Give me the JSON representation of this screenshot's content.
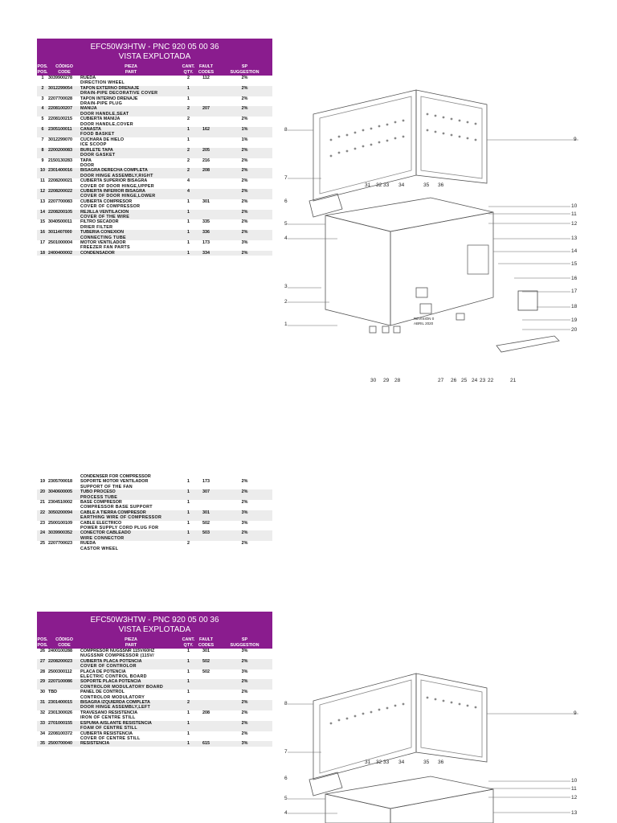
{
  "page_a": {
    "title": "EFC50W3HTW - PNC 920 05 00 36",
    "subtitle": "VISTA EXPLOTADA",
    "headers": {
      "pos_es": "POS.",
      "pos_en": "POS.",
      "code_es": "CÓDIGO",
      "code_en": "CODE",
      "part_es": "PIEZA",
      "part_en": "PART",
      "qty_es": "CANT.",
      "qty_en": "QTY.",
      "fault_es": "FAULT",
      "fault_en": "CODES",
      "sp_es": "SP",
      "sp_en": "SUGGESTION"
    },
    "rows": [
      {
        "pos": "1",
        "code": "3039900278",
        "es": "RUEDA",
        "en": "DIRECTION WHEEL",
        "qty": "2",
        "fault": "112",
        "sp": "2%"
      },
      {
        "pos": "2",
        "code": "3012299054",
        "es": "TAPON EXTERNO DRENAJE",
        "en": "DRAIN-PIPE DECORATIVE COVER",
        "qty": "1",
        "fault": "",
        "sp": "2%"
      },
      {
        "pos": "3",
        "code": "2207700028",
        "es": "TAPON INTERNO DRENAJE",
        "en": "DRAIN-PIPE PLUG",
        "qty": "1",
        "fault": "",
        "sp": "2%"
      },
      {
        "pos": "4",
        "code": "2208100207",
        "es": "MANIJA",
        "en": "DOOR HANDLE,SEAT",
        "qty": "2",
        "fault": "207",
        "sp": "2%"
      },
      {
        "pos": "5",
        "code": "2208100215",
        "es": "CUBIERTA MANIJA",
        "en": "DOOR HANDLE,COVER",
        "qty": "2",
        "fault": "",
        "sp": "2%"
      },
      {
        "pos": "6",
        "code": "2305100011",
        "es": "CANASTA",
        "en": "FOOD BASKET",
        "qty": "1",
        "fault": "162",
        "sp": "1%"
      },
      {
        "pos": "7",
        "code": "3012299070",
        "es": "CUCHARA DE HIELO",
        "en": "ICE SCOOP",
        "qty": "1",
        "fault": "",
        "sp": "1%"
      },
      {
        "pos": "8",
        "code": "2200200083",
        "es": "BURLETE TAPA",
        "en": "DOOR GASKET",
        "qty": "2",
        "fault": "205",
        "sp": "2%"
      },
      {
        "pos": "9",
        "code": "2150130283",
        "es": "TAPA",
        "en": "DOOR",
        "qty": "2",
        "fault": "216",
        "sp": "2%"
      },
      {
        "pos": "10",
        "code": "2301400016",
        "es": "BISAGRA DERECHA COMPLETA",
        "en": "DOOR HINGE ASSEMBLY,RIGHT",
        "qty": "2",
        "fault": "208",
        "sp": "2%"
      },
      {
        "pos": "11",
        "code": "2208200021",
        "es": "CUBIERTA SUPERIOR BISAGRA",
        "en": "COVER OF DOOR HINGE,UPPER",
        "qty": "4",
        "fault": "",
        "sp": "2%"
      },
      {
        "pos": "12",
        "code": "2208200022",
        "es": "CUBIERTA INFERIOR BISAGRA",
        "en": "COVER OF DOOR HINGE,LOWER",
        "qty": "4",
        "fault": "",
        "sp": "2%"
      },
      {
        "pos": "13",
        "code": "2207700083",
        "es": "CUBIERTA COMPRESOR",
        "en": "COVER OF COMPRESSOR",
        "qty": "1",
        "fault": "301",
        "sp": "2%"
      },
      {
        "pos": "14",
        "code": "2208200105",
        "es": "REJILLA VENTILACION",
        "en": "COVER OF THE WIRE",
        "qty": "1",
        "fault": "",
        "sp": "2%"
      },
      {
        "pos": "15",
        "code": "3040500011",
        "es": "FILTRO SECADOR",
        "en": "DRIER FILTER",
        "qty": "1",
        "fault": "335",
        "sp": "2%"
      },
      {
        "pos": "16",
        "code": "3011407000",
        "es": "TUBERIA CONEXION",
        "en": "CONNECTING TUBE",
        "qty": "1",
        "fault": "336",
        "sp": "2%"
      },
      {
        "pos": "17",
        "code": "2501000004",
        "es": "MOTOR VENTILADOR",
        "en": "FREEZER FAN PARTS",
        "qty": "1",
        "fault": "173",
        "sp": "3%"
      },
      {
        "pos": "18",
        "code": "2400400002",
        "es": "CONDENSADOR",
        "en": "",
        "qty": "1",
        "fault": "334",
        "sp": "2%"
      }
    ]
  },
  "page_b": {
    "continuation": "CONDENSER FOR COMPRESSOR",
    "rows": [
      {
        "pos": "19",
        "code": "2305700018",
        "es": "SOPORTE MOTOR VENTILADOR",
        "en": "SUPPORT OF THE FAN",
        "qty": "1",
        "fault": "173",
        "sp": "2%"
      },
      {
        "pos": "20",
        "code": "3040600005",
        "es": "TUBO PROCESO",
        "en": "PROCESS TUBE",
        "qty": "1",
        "fault": "307",
        "sp": "2%"
      },
      {
        "pos": "21",
        "code": "2304510002",
        "es": "BASE COMPRESOR",
        "en": "COMPRESSOR BASE SUPPORT",
        "qty": "1",
        "fault": "",
        "sp": "2%"
      },
      {
        "pos": "22",
        "code": "3050200094",
        "es": "CABLE A TIERRA COMPRESOR",
        "en": "EARTHING WIRE OF COMPRESSOR",
        "qty": "1",
        "fault": "301",
        "sp": "3%"
      },
      {
        "pos": "23",
        "code": "2500100109",
        "es": "CABLE ELECTRICO",
        "en": "POWER SUPPLY CORD PLUG FOR",
        "qty": "1",
        "fault": "502",
        "sp": "3%"
      },
      {
        "pos": "24",
        "code": "3039900352",
        "es": "CONECTOR CABLEADO",
        "en": "WIRE CONNECTOR",
        "qty": "1",
        "fault": "503",
        "sp": "2%"
      },
      {
        "pos": "25",
        "code": "2207700023",
        "es": "RUEDA",
        "en": "CASTOR WHEEL",
        "qty": "2",
        "fault": "",
        "sp": "2%"
      }
    ]
  },
  "page_c": {
    "title": "EFC50W3HTW - PNC 920 05 00 36",
    "subtitle": "VISTA EXPLOTADA",
    "headers": {
      "pos_es": "POS.",
      "pos_en": "POS.",
      "code_es": "CÓDIGO",
      "code_en": "CODE",
      "part_es": "PIEZA",
      "part_en": "PART",
      "qty_es": "CANT.",
      "qty_en": "QTY.",
      "fault_es": "FAULT",
      "fault_en": "CODES",
      "sp_es": "SP",
      "sp_en": "SUGGESTION"
    },
    "rows": [
      {
        "pos": "26",
        "code": "2400100288",
        "es": "COMPRESOR NUGSSNR 115V/60HZ",
        "en": "NUGSSNR COMPRESSOR (115V/",
        "qty": "1",
        "fault": "301",
        "sp": "3%"
      },
      {
        "pos": "27",
        "code": "2208200023",
        "es": "CUBIERTA PLACA POTENCIA",
        "en": "COVER OF CONTROLOR",
        "qty": "1",
        "fault": "502",
        "sp": "2%"
      },
      {
        "pos": "28",
        "code": "2500300112",
        "es": "PLACA DE POTENCIA",
        "en": "ELECTRIC CONTROL BOARD",
        "qty": "1",
        "fault": "502",
        "sp": "3%"
      },
      {
        "pos": "29",
        "code": "2207100086",
        "es": "SOPORTE PLACA POTENCIA",
        "en": "CONTROLOR MODULATORY BOARD",
        "qty": "1",
        "fault": "",
        "sp": "2%"
      },
      {
        "pos": "30",
        "code": "TBD",
        "es": "PANEL DE CONTROL",
        "en": "CONTROLOR MODULATORY",
        "qty": "1",
        "fault": "",
        "sp": "2%"
      },
      {
        "pos": "31",
        "code": "2301400015",
        "es": "BISAGRA IZQUIERDA COMPLETA",
        "en": "DOOR HINGE ASSEMBLY,LEFT",
        "qty": "2",
        "fault": "",
        "sp": "2%"
      },
      {
        "pos": "32",
        "code": "2301300026",
        "es": "TRAVESAÑO RESISTENCIA",
        "en": "IRON OF CENTRE STILL",
        "qty": "1",
        "fault": "208",
        "sp": "2%"
      },
      {
        "pos": "33",
        "code": "2701000155",
        "es": "ESPUMA AISLANTE RESISTENCIA",
        "en": "FOAM OF CENTRE STILL",
        "qty": "1",
        "fault": "",
        "sp": "2%"
      },
      {
        "pos": "34",
        "code": "2208100372",
        "es": "CUBIERTA RESISTENCIA",
        "en": "COVER OF CENTRE STILL",
        "qty": "1",
        "fault": "",
        "sp": "2%"
      },
      {
        "pos": "35",
        "code": "2500700040",
        "es": "RESISTENCIA",
        "en": "",
        "qty": "1",
        "fault": "615",
        "sp": "3%"
      }
    ]
  },
  "diagram_a": {
    "callouts": [
      "1",
      "2",
      "3",
      "4",
      "5",
      "6",
      "7",
      "8",
      "9",
      "10",
      "11",
      "12",
      "13",
      "14",
      "15",
      "16",
      "17",
      "18",
      "19",
      "20",
      "21",
      "22",
      "23",
      "24",
      "25",
      "26",
      "27",
      "28",
      "29",
      "30",
      "31",
      "32",
      "33",
      "34",
      "35",
      "36"
    ],
    "revision": "REVISIÓN 0",
    "revision_date": "ABRIL 2020"
  },
  "diagram_b": {
    "callouts": [
      "4",
      "5",
      "6",
      "7",
      "8",
      "9",
      "10",
      "11",
      "12",
      "13",
      "31",
      "32",
      "33",
      "34",
      "35",
      "36"
    ]
  }
}
